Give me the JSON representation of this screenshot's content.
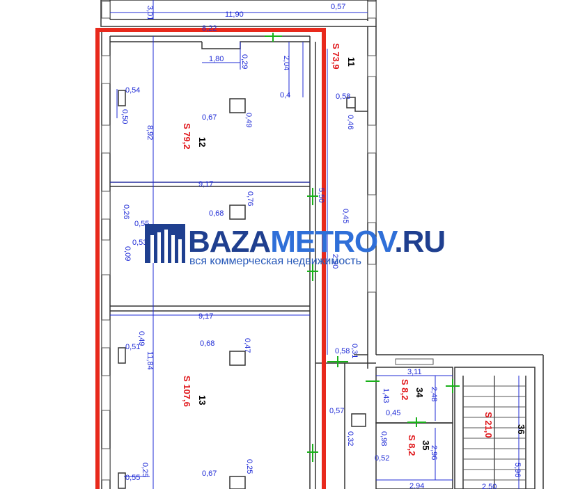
{
  "rooms": [
    {
      "number": "11",
      "area": "S 73,9"
    },
    {
      "number": "12",
      "area": "S 79,2"
    },
    {
      "number": "13",
      "area": "S 107,6"
    },
    {
      "number": "34",
      "area": "S 8,2"
    },
    {
      "number": "35",
      "area": "S 8,2"
    },
    {
      "number": "36",
      "area": "S 21,0"
    }
  ],
  "dimensions": {
    "top_width": "11,90",
    "top_small": "0,57",
    "top_left": "3,01",
    "top_partial": "8,22",
    "width_180": "1,80",
    "d029": "0,29",
    "d204": "2,04",
    "d04": "0,4",
    "d054": "0,54",
    "d050": "0,50",
    "d067a": "0,67",
    "d049": "0,49",
    "height_892": "8,92",
    "d058a": "0,58",
    "d046": "0,46",
    "width_917a": "9,17",
    "d076": "0,76",
    "d068a": "0,68",
    "d026": "0,26",
    "d055a": "0,55",
    "d053": "0,53",
    "d009": "0,09",
    "d045a": "0,45",
    "d290": "2,90",
    "d550": "5,50",
    "width_917b": "9,17",
    "d068b": "0,68",
    "d047": "0,47",
    "d049b": "0,49",
    "d051": "0,51",
    "height_1184": "11,84",
    "d058b": "0,58",
    "d031": "0,31",
    "d057": "0,57",
    "d032": "0,32",
    "w311": "3,11",
    "d143": "1,43",
    "d248": "2,48",
    "d045b": "0,45",
    "d098": "0,98",
    "d052": "0,52",
    "d296": "2,96",
    "w294": "2,94",
    "d596": "5,96",
    "d250": "2,50",
    "d025a": "0,25",
    "d055b": "0,55",
    "d067b": "0,67",
    "d025b": "0,25"
  },
  "watermark": {
    "brand_part1": "BAZA",
    "brand_part2": "METROV",
    "brand_part3": ".RU",
    "tagline": "вся коммерческая недвижимость",
    "colors": {
      "dark": "#1f3f8f",
      "light": "#2f6fd8"
    }
  },
  "colors": {
    "wall": "#333333",
    "dimension": "#1f2bd6",
    "highlight": "#e8291c",
    "area_text": "#e0161a",
    "door": "#19b019"
  }
}
